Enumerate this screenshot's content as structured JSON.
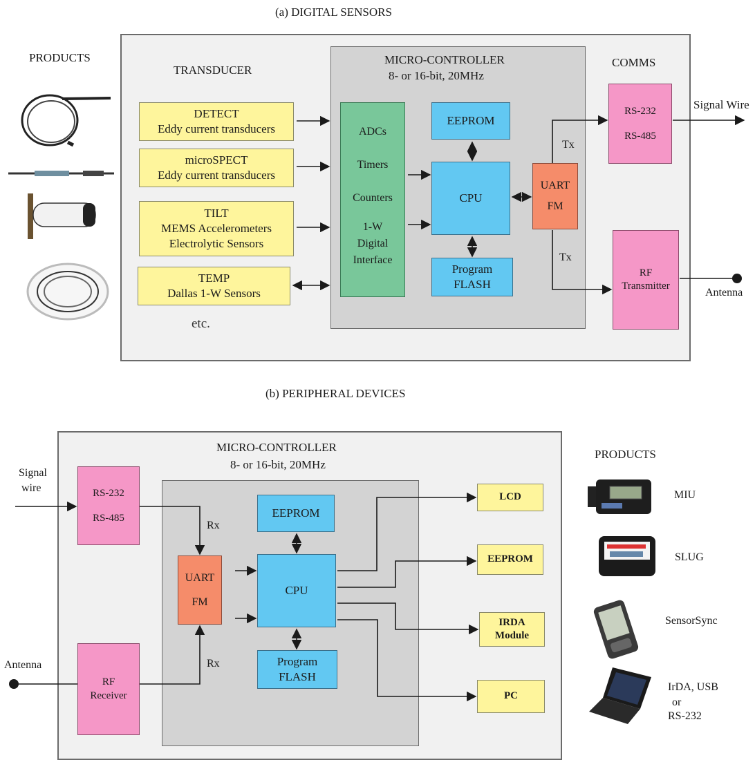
{
  "section_a": {
    "title": "(a) DIGITAL SENSORS",
    "products_heading": "PRODUCTS",
    "transducer_heading": "TRANSDUCER",
    "comms_heading": "COMMS",
    "mc_title": "MICRO-CONTROLLER",
    "mc_subtitle": "8- or 16-bit, 20MHz",
    "sensors": [
      {
        "name": "DETECT",
        "desc": "Eddy current transducers"
      },
      {
        "name": "microSPECT",
        "desc": "Eddy current transducers"
      },
      {
        "name": "TILT",
        "desc": "MEMS Accelerometers",
        "desc2": "Electrolytic Sensors"
      },
      {
        "name": "TEMP",
        "desc": "Dallas 1-W Sensors"
      }
    ],
    "etc": "etc.",
    "peripherals": [
      "ADCs",
      "Timers",
      "Counters",
      "1-W",
      "Digital",
      "Interface"
    ],
    "eeprom": "EEPROM",
    "cpu": "CPU",
    "program": "Program",
    "flash": "FLASH",
    "uart": "UART",
    "fm": "FM",
    "rs232": "RS-232",
    "rs485": "RS-485",
    "rf": "RF",
    "transmitter": "Transmitter",
    "tx1": "Tx",
    "tx2": "Tx",
    "signal_wire": "Signal Wire",
    "antenna": "Antenna"
  },
  "section_b": {
    "title": "(b) PERIPHERAL DEVICES",
    "mc_title": "MICRO-CONTROLLER",
    "mc_subtitle": "8- or 16-bit, 20MHz",
    "signal": "Signal",
    "wire": "wire",
    "rs232": "RS-232",
    "rs485": "RS-485",
    "rx1": "Rx",
    "rx2": "Rx",
    "uart": "UART",
    "fm": "FM",
    "eeprom": "EEPROM",
    "cpu": "CPU",
    "program": "Program",
    "flash": "FLASH",
    "rf": "RF",
    "receiver": "Receiver",
    "antenna": "Antenna",
    "outputs": [
      {
        "line1": "LCD"
      },
      {
        "line1": "EEPROM"
      },
      {
        "line1": "IRDA",
        "line2": "Module"
      },
      {
        "line1": "PC"
      }
    ],
    "products_heading": "PRODUCTS",
    "products": [
      {
        "label": "MIU"
      },
      {
        "label": "SLUG"
      },
      {
        "label": "SensorSync"
      },
      {
        "label": "IrDA, USB",
        "label2": "or",
        "label3": "RS-232"
      }
    ]
  },
  "colors": {
    "yellow": "#fef59c",
    "blue": "#62c8f2",
    "pink": "#f597c7",
    "orange": "#f58c6a",
    "green": "#79c79a",
    "panel": "#f1f1f1",
    "mc": "#d3d3d3"
  }
}
